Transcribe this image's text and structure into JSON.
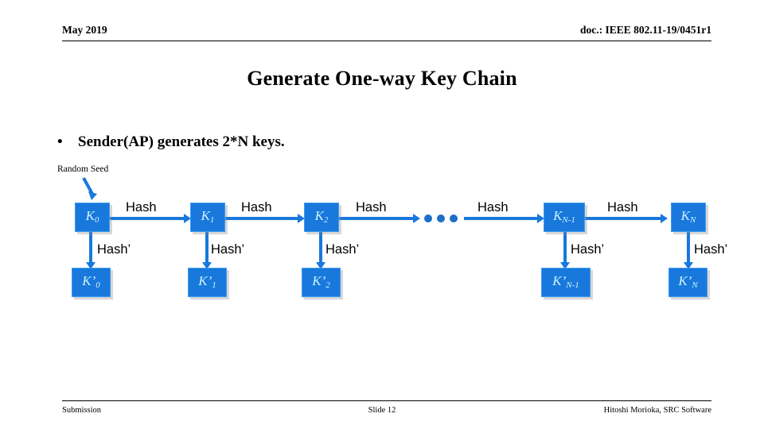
{
  "header": {
    "date": "May 2019",
    "doc": "doc.: IEEE 802.11-19/0451r1"
  },
  "title": "Generate One-way Key Chain",
  "bullet": {
    "marker": "•",
    "text": "Sender(AP) generates 2*N keys."
  },
  "diagram": {
    "seed_label": "Random Seed",
    "hash_label": "Hash",
    "hash_prime_label": "Hash’",
    "ellipsis_dots": 3,
    "colors": {
      "box_fill": "#1878DC",
      "box_border": "#3D9BF0",
      "box_text": "#CFF2FF",
      "connector": "#1878DC",
      "dot": "#1E6FC8",
      "text": "#000000"
    },
    "top_chain": [
      {
        "key": "K",
        "sub": "0"
      },
      {
        "key": "K",
        "sub": "1"
      },
      {
        "key": "K",
        "sub": "2"
      },
      {
        "key": "K",
        "sub": "N-1"
      },
      {
        "key": "K",
        "sub": "N"
      }
    ],
    "bottom_chain": [
      {
        "key": "K’",
        "sub": "0"
      },
      {
        "key": "K’",
        "sub": "1"
      },
      {
        "key": "K’",
        "sub": "2"
      },
      {
        "key": "K’",
        "sub": "N-1"
      },
      {
        "key": "K’",
        "sub": "N"
      }
    ],
    "top_hash_labels": [
      "Hash",
      "Hash",
      "Hash",
      "Hash",
      "Hash"
    ],
    "bottom_hash_labels": [
      "Hash’",
      "Hash’",
      "Hash’",
      "Hash’",
      "Hash’"
    ]
  },
  "footer": {
    "left": "Submission",
    "center": "Slide 12",
    "right": "Hitoshi Morioka, SRC Software"
  }
}
